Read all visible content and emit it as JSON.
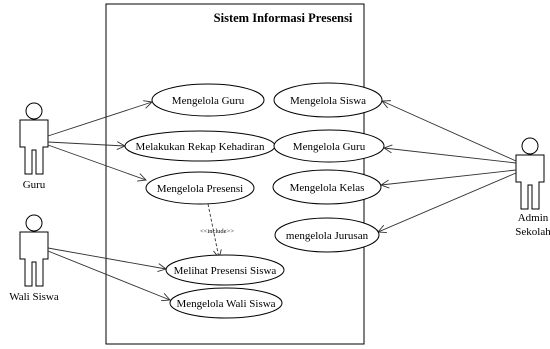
{
  "system": {
    "title": "Sistem Informasi Presensi"
  },
  "actors": {
    "guru": "Guru",
    "wali_siswa": "Wali Siswa",
    "admin_line1": "Admin",
    "admin_line2": "Sekolah"
  },
  "use_cases": {
    "mengelola_guru_left": "Mengelola Guru",
    "rekap_kehadiran": "Melakukan Rekap Kehadiran",
    "mengelola_presensi": "Mengelola Presensi",
    "melihat_presensi_siswa": "Melihat Presensi Siswa",
    "mengelola_wali_siswa": "Mengelola Wali Siswa",
    "mengelola_siswa": "Mengelola Siswa",
    "mengelola_guru_right": "Mengelola Guru",
    "mengelola_kelas": "Mengelola Kelas",
    "mengelola_jurusan": "mengelola Jurusan"
  },
  "relations": {
    "include_label": "<<include>>"
  }
}
